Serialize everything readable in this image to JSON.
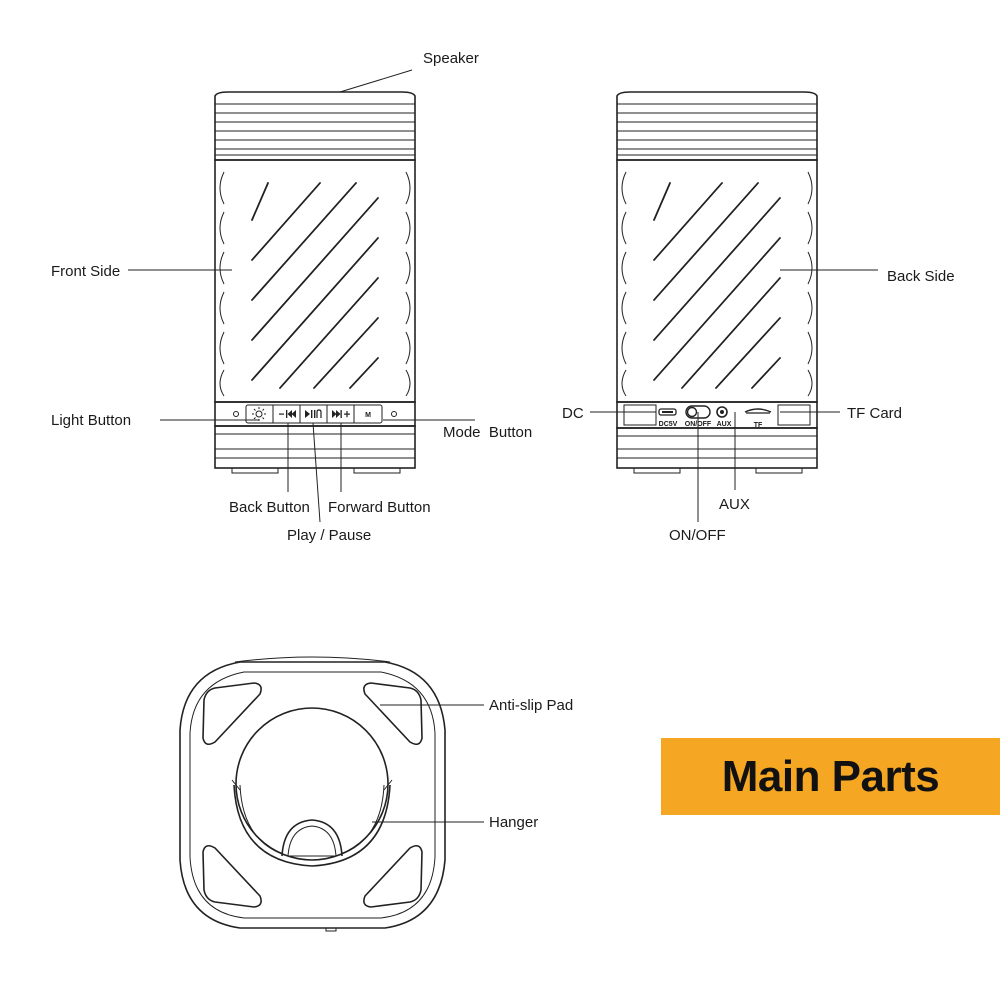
{
  "labels": {
    "speaker": "Speaker",
    "front_side": "Front Side",
    "back_side": "Back Side",
    "light_button": "Light Button",
    "mode_button": "Mode  Button",
    "back_button": "Back Button",
    "forward_button": "Forward Button",
    "play_pause": "Play / Pause",
    "dc": "DC",
    "tf_card": "TF Card",
    "aux": "AUX",
    "on_off": "ON/OFF",
    "anti_slip_pad": "Anti-slip Pad",
    "hanger": "Hanger"
  },
  "port_marks": {
    "dc5v": "DC5V",
    "onoff": "ON/OFF",
    "aux": "AUX",
    "tf": "TF"
  },
  "button_marks": {
    "mode": "M"
  },
  "banner": {
    "title": "Main Parts",
    "color": "#f5a623"
  }
}
